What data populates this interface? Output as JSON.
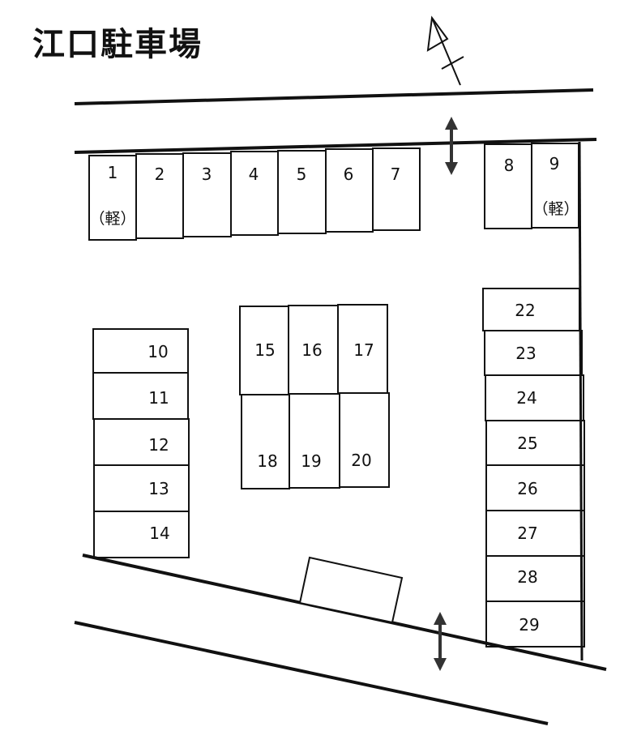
{
  "title": "江口駐車場",
  "compass_label": "N",
  "colors": {
    "ink": "#111111",
    "background": "#ffffff"
  },
  "spaces": {
    "s1": "1",
    "s1_note": "（軽）",
    "s2": "2",
    "s3": "3",
    "s4": "4",
    "s5": "5",
    "s6": "6",
    "s7": "7",
    "s8": "8",
    "s9": "9",
    "s9_note": "（軽）",
    "s10": "10",
    "s11": "11",
    "s12": "12",
    "s13": "13",
    "s14": "14",
    "s15": "15",
    "s16": "16",
    "s17": "17",
    "s18": "18",
    "s19": "19",
    "s20": "20",
    "s22": "22",
    "s23": "23",
    "s24": "24",
    "s25": "25",
    "s26": "26",
    "s27": "27",
    "s28": "28",
    "s29": "29"
  }
}
